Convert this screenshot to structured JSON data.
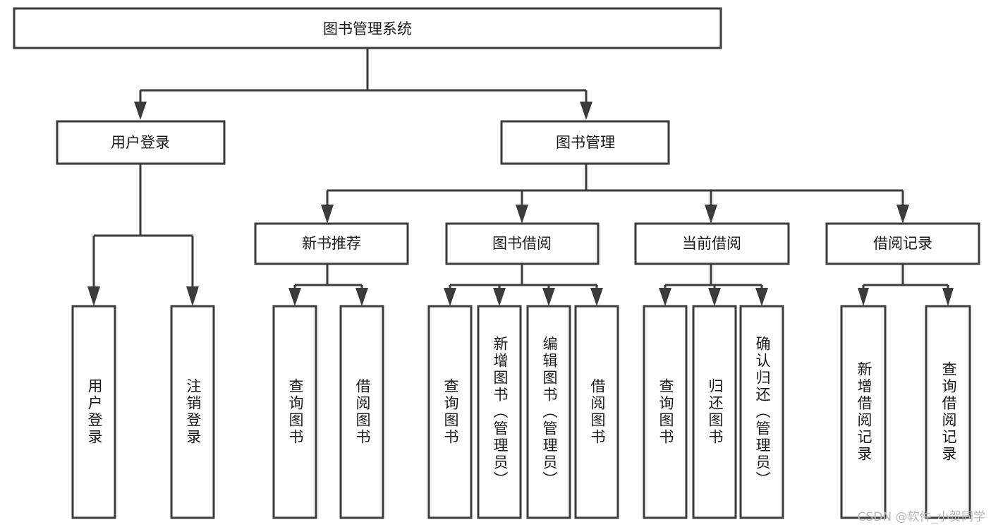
{
  "diagram": {
    "type": "tree-hierarchy-chart",
    "title": "图书管理系统",
    "watermark": "CSDN @软件_小贺同学",
    "colors": {
      "stroke": "#3b3b3b",
      "fill": "#ffffff",
      "text": "#1a1a1a",
      "watermark": "#b9b9b9",
      "background": "#ffffff"
    },
    "levels": [
      {
        "level": 1,
        "nodes": [
          {
            "id": "root",
            "label": "图书管理系统"
          }
        ]
      },
      {
        "level": 2,
        "nodes": [
          {
            "id": "user-login",
            "label": "用户登录",
            "parent": "root"
          },
          {
            "id": "book-mgmt",
            "label": "图书管理",
            "parent": "root"
          }
        ]
      },
      {
        "level": 3,
        "nodes": [
          {
            "id": "new-book-rec",
            "label": "新书推荐",
            "parent": "book-mgmt"
          },
          {
            "id": "book-borrow",
            "label": "图书借阅",
            "parent": "book-mgmt"
          },
          {
            "id": "current-borrow",
            "label": "当前借阅",
            "parent": "book-mgmt"
          },
          {
            "id": "borrow-record",
            "label": "借阅记录",
            "parent": "book-mgmt"
          }
        ]
      },
      {
        "level": 4,
        "nodes": [
          {
            "id": "leaf-1",
            "label": "用户登录",
            "parent": "user-login"
          },
          {
            "id": "leaf-2",
            "label": "注销登录",
            "parent": "user-login"
          },
          {
            "id": "leaf-3",
            "label": "查询图书",
            "parent": "new-book-rec"
          },
          {
            "id": "leaf-4",
            "label": "借阅图书",
            "parent": "new-book-rec"
          },
          {
            "id": "leaf-5",
            "label": "查询图书",
            "parent": "book-borrow"
          },
          {
            "id": "leaf-6",
            "label": "新增图书（管理员）",
            "parent": "book-borrow"
          },
          {
            "id": "leaf-7",
            "label": "编辑图书（管理员）",
            "parent": "book-borrow"
          },
          {
            "id": "leaf-8",
            "label": "借阅图书",
            "parent": "book-borrow"
          },
          {
            "id": "leaf-9",
            "label": "查询图书",
            "parent": "current-borrow"
          },
          {
            "id": "leaf-10",
            "label": "归还图书",
            "parent": "current-borrow"
          },
          {
            "id": "leaf-11",
            "label": "确认归还（管理员）",
            "parent": "current-borrow"
          },
          {
            "id": "leaf-12",
            "label": "新增借阅记录",
            "parent": "borrow-record"
          },
          {
            "id": "leaf-13",
            "label": "查询借阅记录",
            "parent": "borrow-record"
          }
        ]
      }
    ]
  }
}
